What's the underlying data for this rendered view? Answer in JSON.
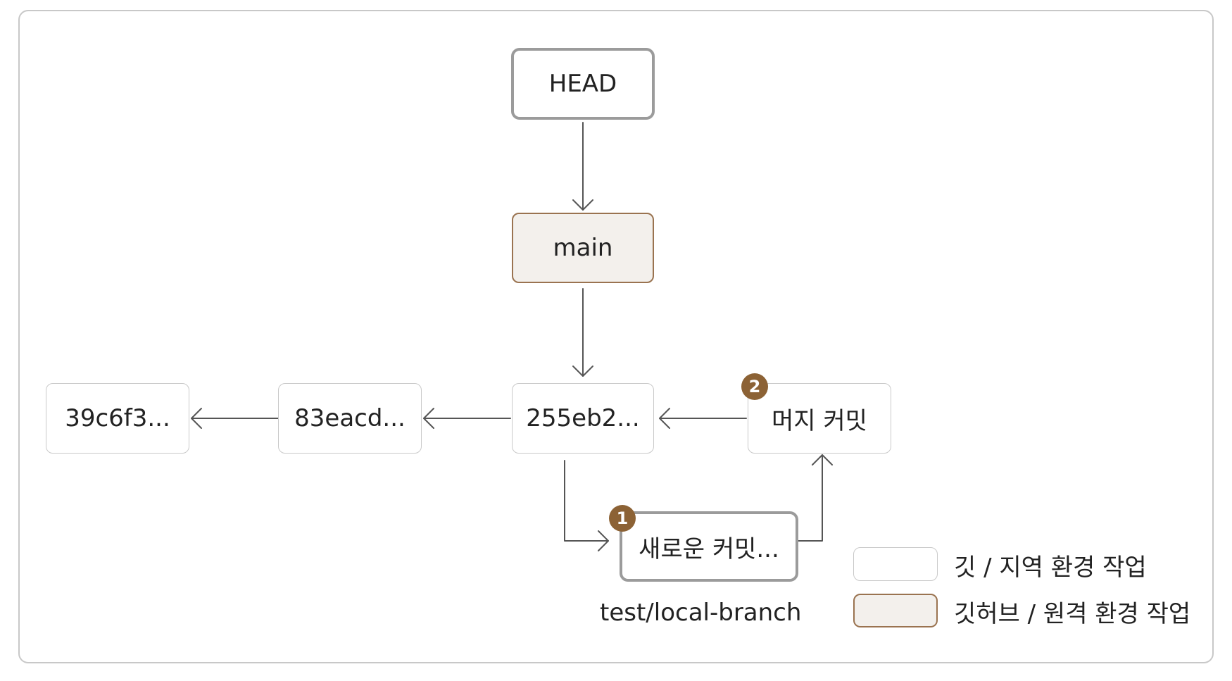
{
  "nodes": {
    "head": "HEAD",
    "main": "main",
    "commit_39c6f3": "39c6f3...",
    "commit_83eacd": "83eacd...",
    "commit_255eb2": "255eb2...",
    "merge_commit": "머지 커밋",
    "new_commit": "새로운 커밋..."
  },
  "badges": {
    "new_commit": "1",
    "merge_commit": "2"
  },
  "branch_label": "test/local-branch",
  "legend": [
    {
      "label": "깃 / 지역 환경 작업",
      "style": "local"
    },
    {
      "label": "깃허브 / 원격 환경 작업",
      "style": "remote"
    }
  ],
  "colors": {
    "remote_fill": "#f3f0ec",
    "remote_border": "#9a7350",
    "badge_fill": "#8c6235",
    "arrow": "#555555"
  }
}
